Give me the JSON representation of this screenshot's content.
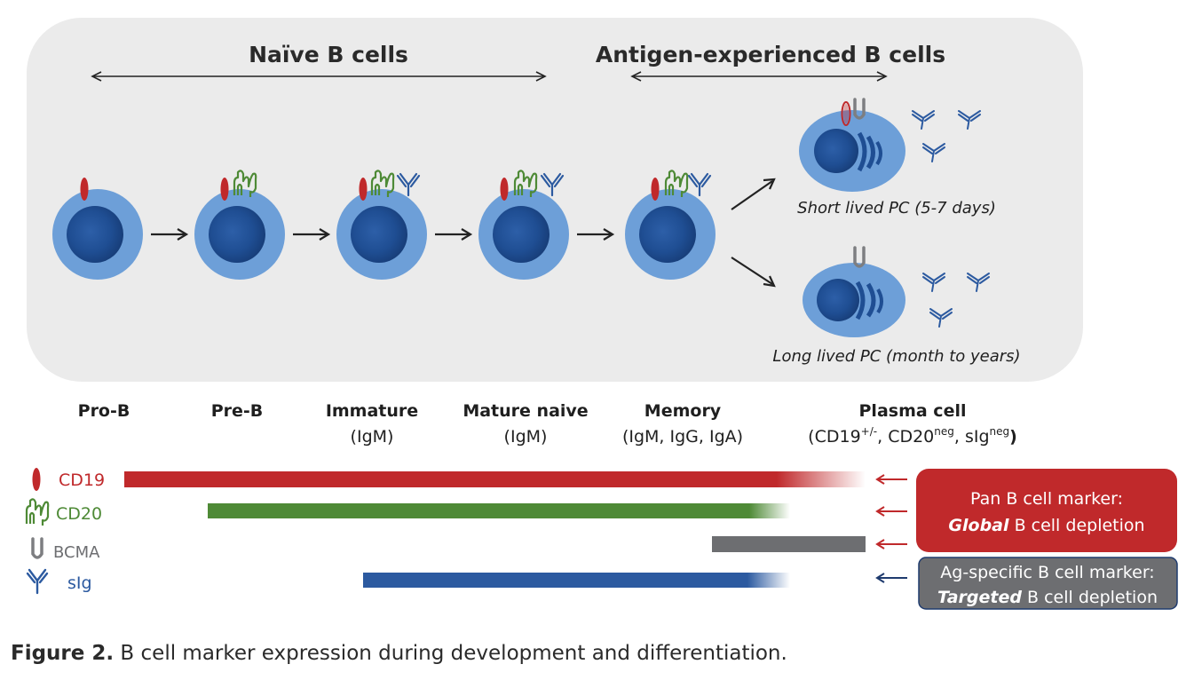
{
  "groups": {
    "naive": "Naïve B cells",
    "antigen": "Antigen-experienced B cells"
  },
  "plasma_captions": {
    "short": "Short lived PC (5-7 days)",
    "long": "Long lived PC (month to years)"
  },
  "stages": [
    {
      "name": "Pro-B",
      "sub": ""
    },
    {
      "name": "Pre-B",
      "sub": ""
    },
    {
      "name": "Immature",
      "sub": "(IgM)"
    },
    {
      "name": "Mature naive",
      "sub": "(IgM)"
    },
    {
      "name": "Memory",
      "sub": "(IgM, IgG, IgA)"
    },
    {
      "name": "Plasma cell",
      "sub_parts": [
        "(CD19",
        "+/-",
        ", CD20",
        "neg",
        ", sIg",
        "neg",
        ")"
      ]
    }
  ],
  "markers": [
    {
      "label": "CD19",
      "color": "#c0292b"
    },
    {
      "label": "CD20",
      "color": "#4e8a36"
    },
    {
      "label": "BCMA",
      "color": "#6d6e71"
    },
    {
      "label": "sIg",
      "color": "#2c5aa0"
    }
  ],
  "boxes": {
    "pan": {
      "line1": "Pan B cell marker:",
      "line2_bold": "Global",
      "line2_rest": " B cell depletion",
      "color": "#c0292b"
    },
    "ag": {
      "line1": "Ag-specific B cell marker:",
      "line2_bold": "Targeted",
      "line2_rest": " B cell depletion",
      "color": "#6d6e71"
    }
  },
  "caption": {
    "bold": "Figure 2.",
    "text": " B cell marker expression during development and differentiation."
  }
}
